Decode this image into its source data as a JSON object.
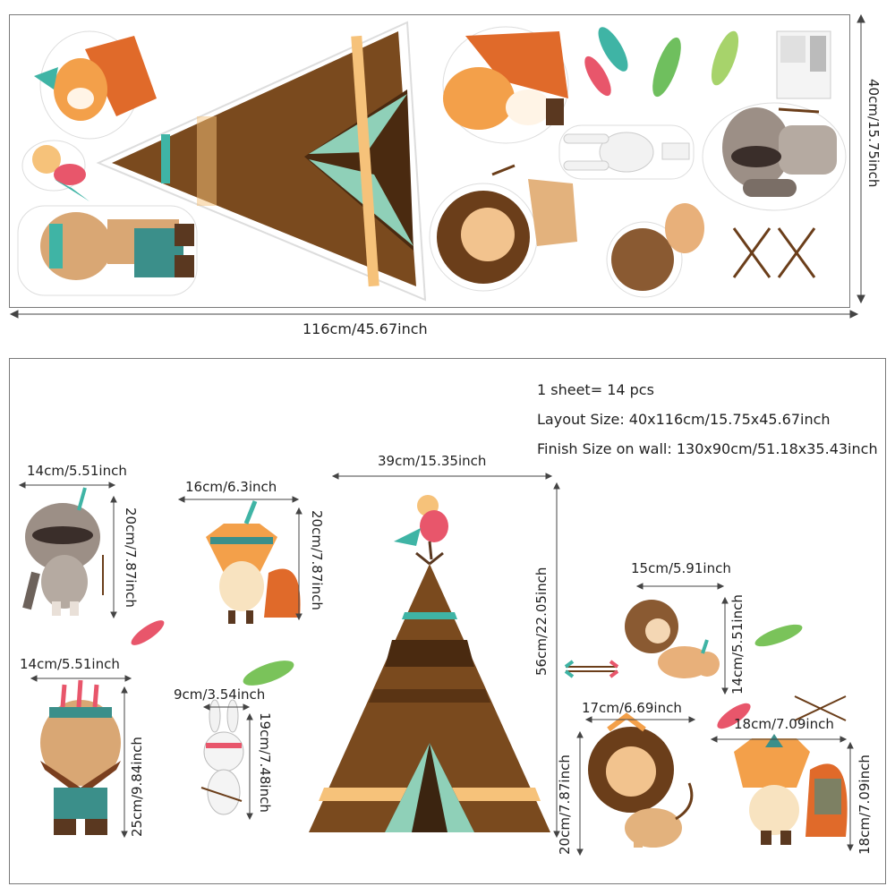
{
  "sheet": {
    "width_label": "116cm/45.67inch",
    "height_label": "40cm/15.75inch"
  },
  "info": {
    "line1": "1 sheet= 14 pcs",
    "line2": "Layout Size: 40x116cm/15.75x45.67inch",
    "line3": "Finish Size on wall: 130x90cm/51.18x35.43inch"
  },
  "dims": {
    "raccoon_w": "14cm/5.51inch",
    "raccoon_h": "20cm/7.87inch",
    "fox_small_w": "16cm/6.3inch",
    "fox_small_h": "20cm/7.87inch",
    "teepee_w": "39cm/15.35inch",
    "teepee_h": "56cm/22.05inch",
    "squirrel_w": "15cm/5.91inch",
    "squirrel_h": "14cm/5.51inch",
    "bear_w": "14cm/5.51inch",
    "bear_h": "25cm/9.84inch",
    "rabbit_w": "9cm/3.54inch",
    "rabbit_h": "19cm/7.48inch",
    "lion_w": "17cm/6.69inch",
    "lion_h": "20cm/7.87inch",
    "fox_big_w": "18cm/7.09inch",
    "fox_big_h": "18cm/7.09inch"
  },
  "colors": {
    "teepee_brown": "#7a4a1e",
    "teepee_dark": "#4a2a10",
    "teepee_teal": "#8fd0b8",
    "teepee_cream": "#f6c27a",
    "fox_orange": "#f3a04a",
    "lion_brown": "#6b3e1a",
    "raccoon_grey": "#9c8f86",
    "bear_tan": "#d9a774",
    "feather_teal": "#3fb4a5",
    "feather_pink": "#e8566b",
    "rule_grey": "#444444"
  }
}
